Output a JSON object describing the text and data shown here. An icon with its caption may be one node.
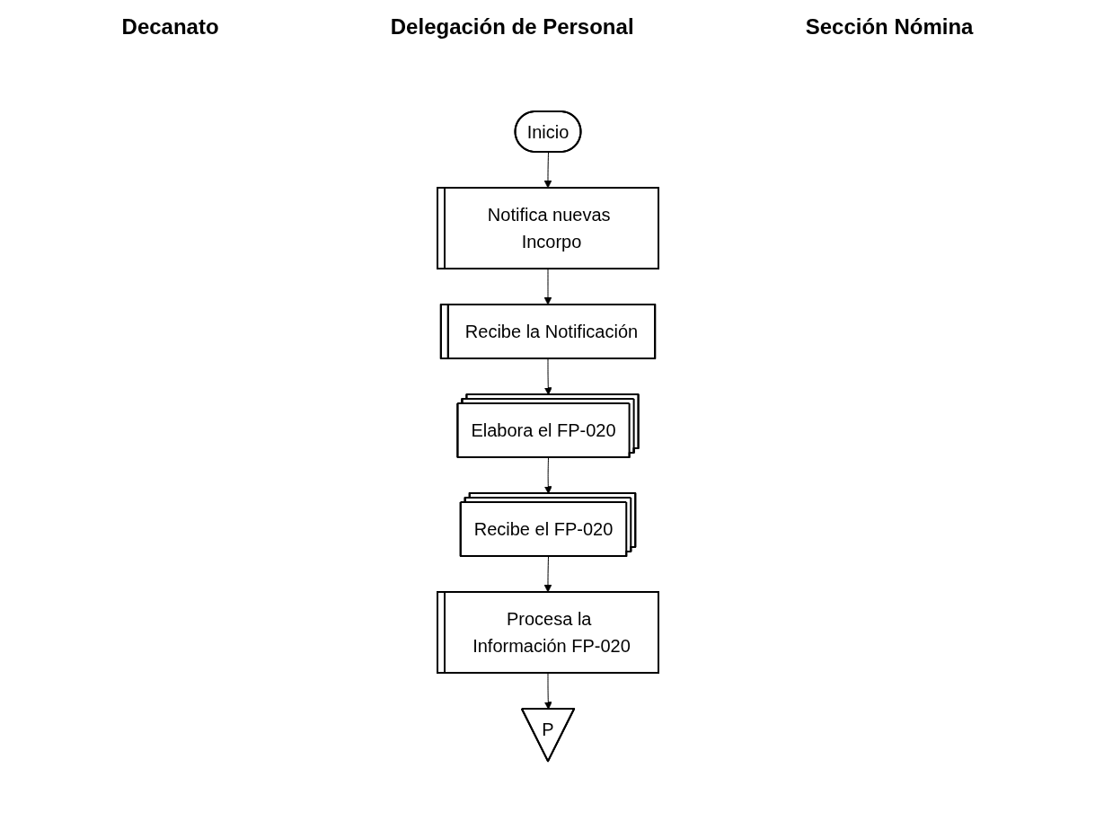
{
  "diagram": {
    "nodes": [
      {
        "text": [
          "Inicio"
        ]
      },
      {
        "text": [
          "Notifica nuevas Incorpo"
        ]
      },
      {
        "text": [
          "Recibe la Notificación"
        ]
      },
      {
        "text": [
          "Elabora el FP-020"
        ]
      },
      {
        "text": [
          "Recibe el FP-020"
        ]
      },
      {
        "text": [
          "Procesa la Información FP-020"
        ]
      },
      {
        "text": [
          "P"
        ]
      }
    ],
    "edges": [
      {
        "from": 0,
        "to": 1,
        "arrow": "to"
      },
      {
        "from": 1,
        "to": 2,
        "arrow": "to"
      },
      {
        "from": 2,
        "to": 3,
        "arrow": "to"
      },
      {
        "from": 3,
        "to": 4,
        "arrow": "to"
      },
      {
        "from": 4,
        "to": 5,
        "arrow": "to"
      },
      {
        "from": 5,
        "to": 6,
        "arrow": "to"
      }
    ],
    "labels": [
      "Decanato",
      "Delegación de Personal",
      "Sección Nómina"
    ]
  }
}
